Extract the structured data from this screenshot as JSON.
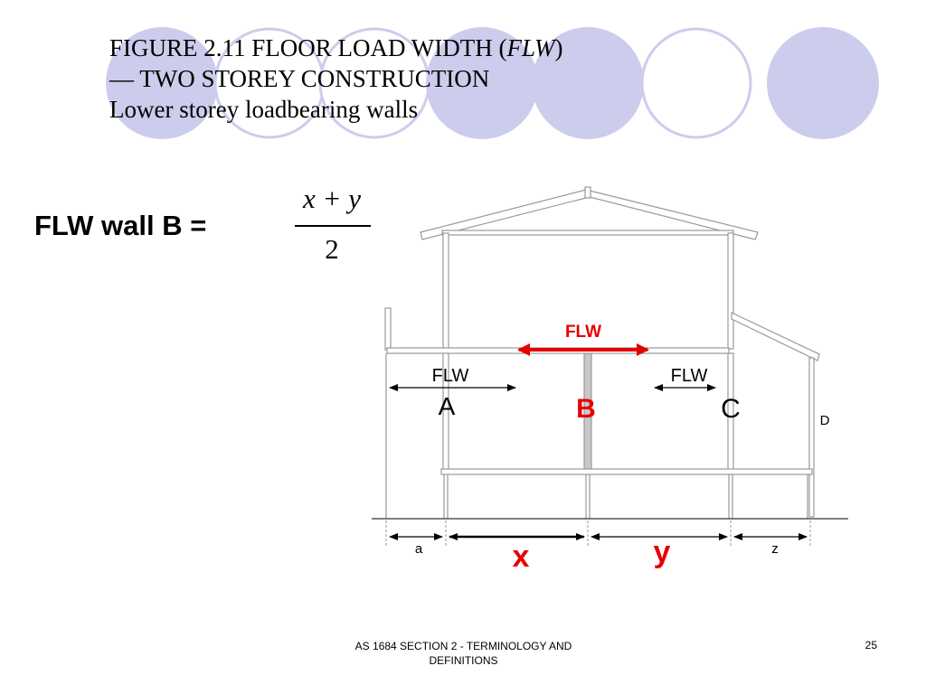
{
  "slide": {
    "title_figure": "FIGURE  2.11   FLOOR LOAD WIDTH (",
    "title_flw": "FLW",
    "title_close": ")",
    "title_line2": "— TWO STOREY CONSTRUCTION",
    "title_line3": "Lower storey loadbearing walls",
    "flw_wall_label": "FLW wall B =",
    "formula_numerator": "x + y",
    "formula_denominator": "2",
    "footer_text": "AS 1684  SECTION 2 - TERMINOLOGY AND DEFINITIONS",
    "page_number": "25"
  },
  "diagram": {
    "flw_red_label": "FLW",
    "flw_left_label": "FLW",
    "flw_right_label": "FLW",
    "wall_a": "A",
    "wall_b": "B",
    "wall_c": "C",
    "wall_d": "D",
    "dim_a": "a",
    "dim_x": "x",
    "dim_y": "y",
    "dim_z": "z"
  },
  "colors": {
    "accent_red": "#e60000",
    "circle_fill": "#ccccec",
    "circle_stroke": "#ccccec",
    "structure_stroke": "#999999",
    "beam_fill": "#c8c8c8"
  }
}
